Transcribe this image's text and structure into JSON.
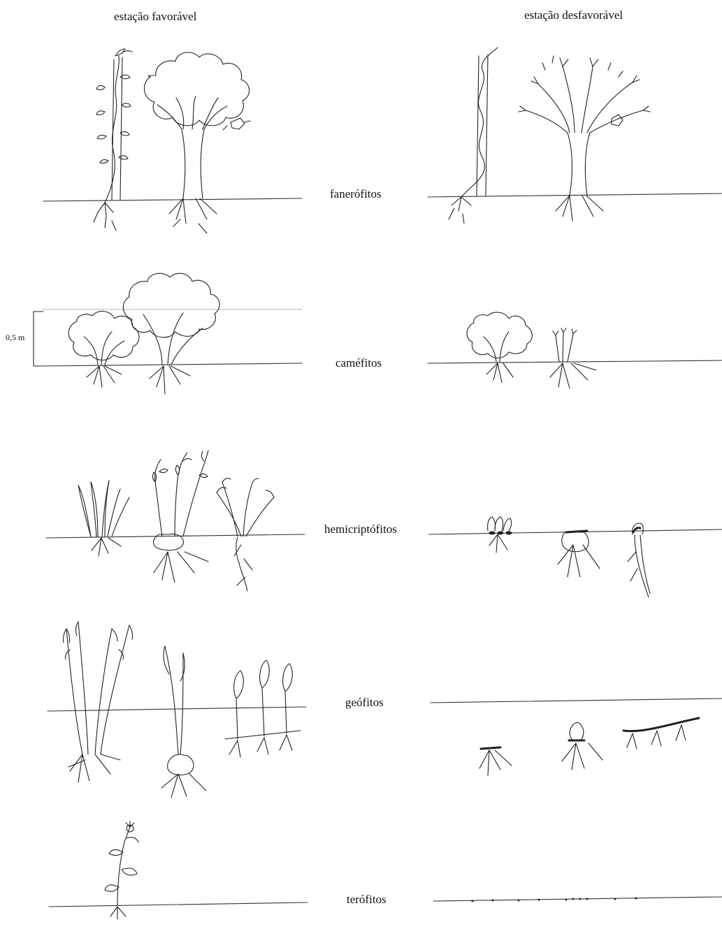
{
  "columns": {
    "favorable": "estação favorável",
    "unfavorable": "estação desfavorável"
  },
  "scale_label": "0,5 m",
  "rows": [
    {
      "label": "fanerófitos"
    },
    {
      "label": "caméfitos"
    },
    {
      "label": "hemicriptófitos"
    },
    {
      "label": "geófitos"
    },
    {
      "label": "terófitos"
    }
  ],
  "colors": {
    "ink": "#222222",
    "ground": "#333333"
  }
}
